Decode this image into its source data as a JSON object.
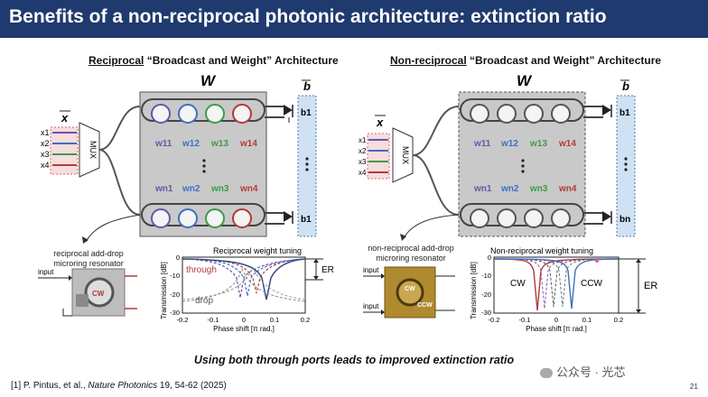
{
  "header": {
    "title": "Benefits of a non-reciprocal photonic architecture: extinction ratio"
  },
  "left": {
    "title_underlined": "Reciprocal",
    "title_rest": " “Broadcast and Weight” Architecture",
    "photo_caption": "reciprocal add-drop microring resonator",
    "photo_input": "input",
    "photo_tag": "CW"
  },
  "right": {
    "title_underlined": "Non-reciprocal",
    "title_rest": " “Broadcast and Weight” Architecture",
    "photo_caption": "non-reciprocal add-drop microring resonator",
    "photo_input_top": "input",
    "photo_input_bottom": "input",
    "photo_tag_top": "CW",
    "photo_tag_bottom": "CCW"
  },
  "diagram": {
    "matrix_label": "W",
    "bias_label": "b",
    "input_label": "x",
    "mux_label": "MUX",
    "inputs": [
      "x1",
      "x2",
      "x3",
      "x4"
    ],
    "weights_top": [
      "w11",
      "w12",
      "w13",
      "w14"
    ],
    "weights_bottom": [
      "wn1",
      "wn2",
      "wn3",
      "wn4"
    ],
    "bias_top": "b1",
    "bias_bottom": "bn",
    "wavelength_colors": [
      "#6a55a8",
      "#3f6fc0",
      "#3f9a4a",
      "#b23a3a"
    ]
  },
  "plots": {
    "left": {
      "title": "Reciprocal weight tuning",
      "ylabel": "Transmission [dB]",
      "xlabel": "Phase shift [π rad.]",
      "label_through": "through",
      "label_drop": "drop",
      "label_er": "ER",
      "xticks": [
        "-0.2",
        "-0.1",
        "0",
        "0.1",
        "0.2"
      ],
      "yticks": [
        "0",
        "-10",
        "-20",
        "-30"
      ]
    },
    "right": {
      "title": "Non-reciprocal weight tuning",
      "ylabel": "Transmission [dB]",
      "xlabel": "Phase shift [π rad.]",
      "label_cw": "CW",
      "label_ccw": "CCW",
      "label_er": "ER",
      "xticks": [
        "-0.2",
        "-0.1",
        "0",
        "0.1",
        "0.2"
      ],
      "yticks": [
        "0",
        "-10",
        "-20",
        "-30"
      ]
    }
  },
  "conclusion": "Using both through ports leads to improved extinction ratio",
  "citation": {
    "prefix": "[1] P. Pintus, et al., ",
    "journal": "Nature Photonics",
    "suffix": " 19, 54-62 (2025)"
  },
  "watermark": "公众号 · 光芯",
  "page_number": "21"
}
